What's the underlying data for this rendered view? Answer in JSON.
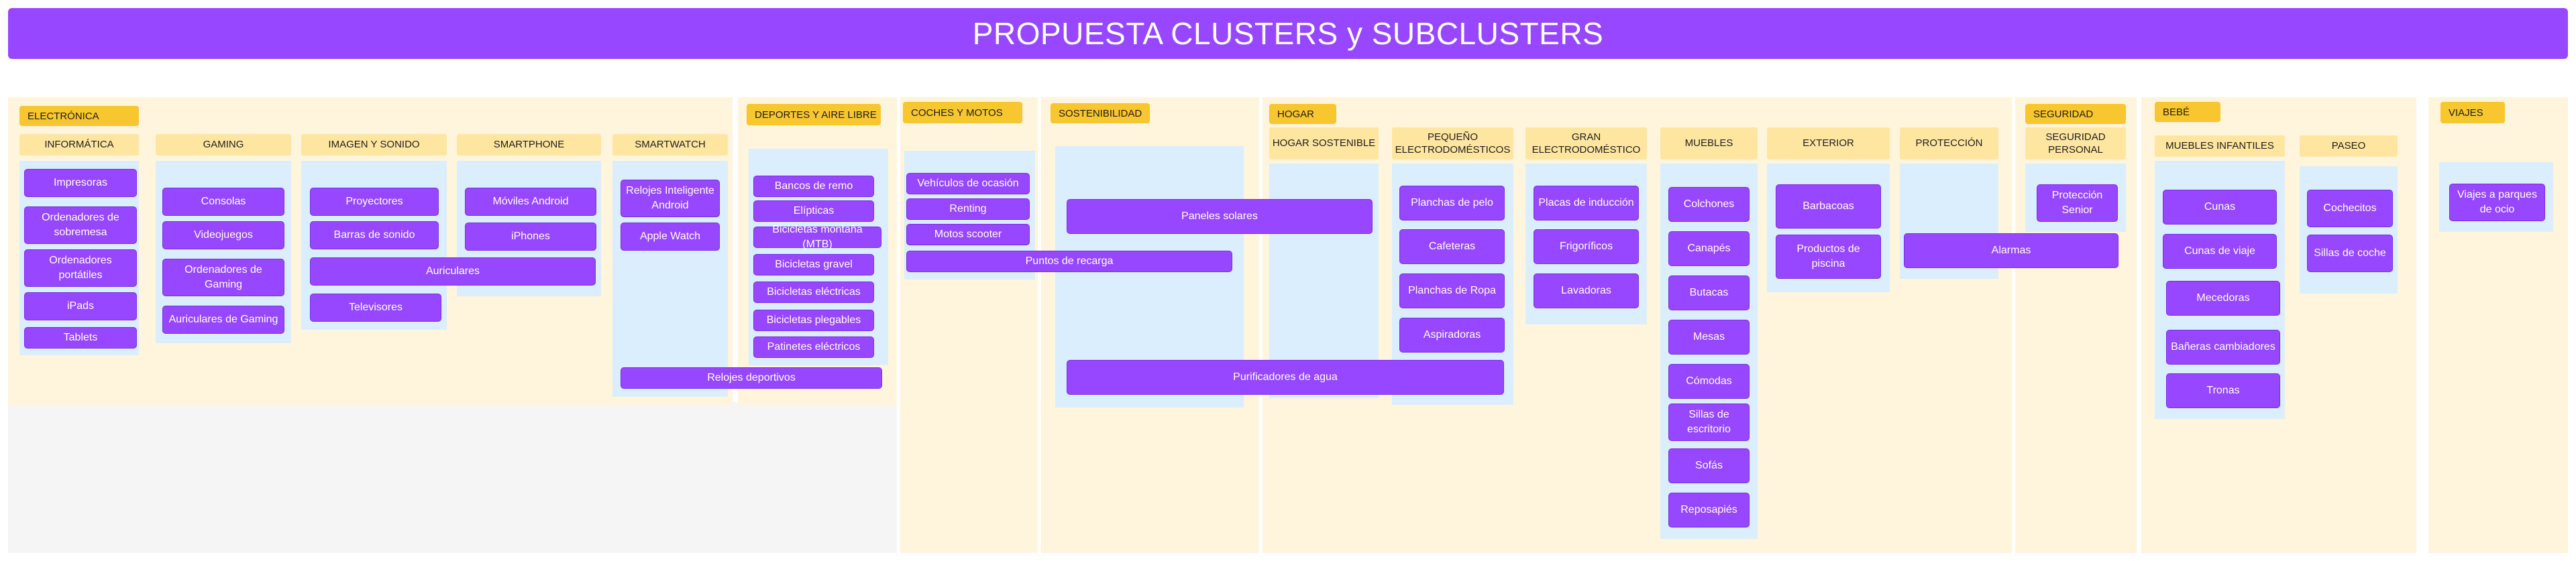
{
  "title": "PROPUESTA CLUSTERS y SUBCLUSTERS",
  "clusters": {
    "electronica": {
      "tag": "ELECTRÓNICA",
      "informatica": {
        "header": "INFORMÁTICA",
        "items": [
          "Impresoras",
          "Ordenadores de sobremesa",
          "Ordenadores portátiles",
          "iPads",
          "Tablets"
        ]
      },
      "gaming": {
        "header": "GAMING",
        "items": [
          "Consolas",
          "Videojuegos",
          "Ordenadores de Gaming",
          "Auriculares de Gaming"
        ]
      },
      "imagen_sonido": {
        "header": "IMAGEN Y SONIDO",
        "items": [
          "Proyectores",
          "Barras de sonido",
          "Televisores"
        ]
      },
      "smartphone": {
        "header": "SMARTPHONE",
        "items": [
          "Móviles Android",
          "iPhones"
        ]
      },
      "smartwatch": {
        "header": "SMARTWATCH",
        "items": [
          "Relojes Inteligente Android",
          "Apple Watch"
        ]
      },
      "shared": {
        "auriculares": "Auriculares",
        "relojes_deportivos": "Relojes deportivos"
      }
    },
    "deportes": {
      "tag": "DEPORTES Y AIRE LIBRE",
      "items": [
        "Bancos de remo",
        "Elípticas",
        "Bicicletas montaña (MTB)",
        "Bicicletas gravel",
        "Bicicletas eléctricas",
        "Bicicletas plegables",
        "Patinetes eléctricos"
      ]
    },
    "coches": {
      "tag": "COCHES Y MOTOS",
      "items": [
        "Vehículos de ocasión",
        "Renting",
        "Motos scooter"
      ],
      "shared": "Puntos de recarga"
    },
    "sostenibilidad": {
      "tag": "SOSTENIBILIDAD",
      "shared": {
        "paneles": "Paneles solares",
        "purificadores": "Purificadores de agua"
      }
    },
    "hogar": {
      "tag": "HOGAR",
      "hogar_sostenible": {
        "header": "HOGAR SOSTENIBLE"
      },
      "pequeno": {
        "header": "PEQUEÑO ELECTRODOMÉSTICOS",
        "items": [
          "Planchas de pelo",
          "Cafeteras",
          "Planchas de Ropa",
          "Aspiradoras"
        ]
      },
      "gran": {
        "header": "GRAN ELECTRODOMÉSTICO",
        "items": [
          "Placas de inducción",
          "Frigoríficos",
          "Lavadoras"
        ]
      },
      "muebles": {
        "header": "MUEBLES",
        "items": [
          "Colchones",
          "Canapés",
          "Butacas",
          "Mesas",
          "Cómodas",
          "Sillas de escritorio",
          "Sofás",
          "Reposapiés"
        ]
      },
      "exterior": {
        "header": "EXTERIOR",
        "items": [
          "Barbacoas",
          "Productos de piscina"
        ]
      },
      "proteccion": {
        "header": "PROTECCIÓN"
      },
      "shared": {
        "alarmas": "Alarmas"
      }
    },
    "seguridad": {
      "tag": "SEGURIDAD",
      "personal": {
        "header": "SEGURIDAD PERSONAL",
        "items": [
          "Protección Senior"
        ]
      }
    },
    "bebe": {
      "tag": "BEBÉ",
      "muebles_infantiles": {
        "header": "MUEBLES INFANTILES",
        "items": [
          "Cunas",
          "Cunas de viaje",
          "Mecedoras",
          "Bañeras cambiadores",
          "Tronas"
        ]
      },
      "paseo": {
        "header": "PASEO",
        "items": [
          "Cochecitos",
          "Sillas de coche"
        ]
      }
    },
    "viajes": {
      "tag": "VIAJES",
      "items": [
        "Viajes a parques de ocio"
      ]
    }
  },
  "colors": {
    "accent": "#9747ff",
    "tag": "#f8c62e",
    "header": "#ffe6a0",
    "region": "#fff4dc",
    "column": "#dbeefd"
  }
}
